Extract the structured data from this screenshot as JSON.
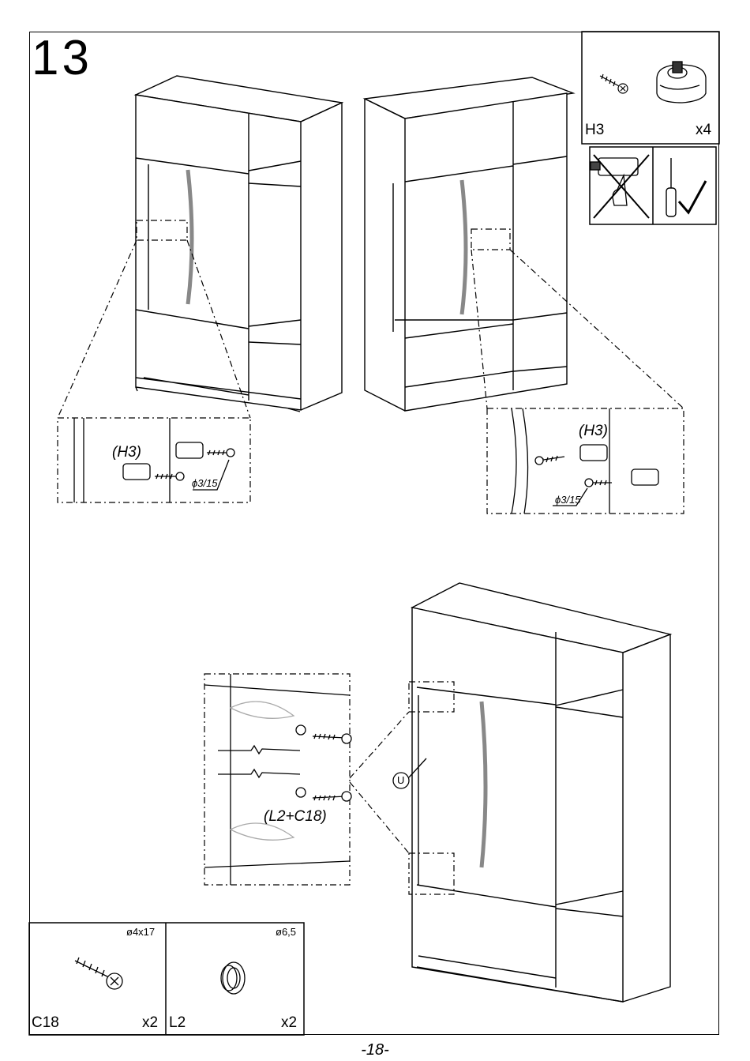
{
  "step": {
    "number": "13"
  },
  "hardware_box": {
    "part_code": "H3",
    "quantity": "x4"
  },
  "tool_box": {
    "drill_icon": "cordless-drill-crossed-icon",
    "screwdriver_icon": "screwdriver-check-icon"
  },
  "detail_left": {
    "part_label": "(H3)",
    "hole_size": "ϕ3/15"
  },
  "detail_right": {
    "part_label": "(H3)",
    "hole_size": "ϕ3/15"
  },
  "detail_bottom": {
    "part_label": "(L2+C18)",
    "marker": "U"
  },
  "parts": [
    {
      "code": "C18",
      "size": "ø4x17",
      "quantity": "x2",
      "icon": "screw-icon"
    },
    {
      "code": "L2",
      "size": "ø6,5",
      "quantity": "x2",
      "icon": "cap-icon"
    }
  ],
  "footer": {
    "page": "-18-"
  }
}
